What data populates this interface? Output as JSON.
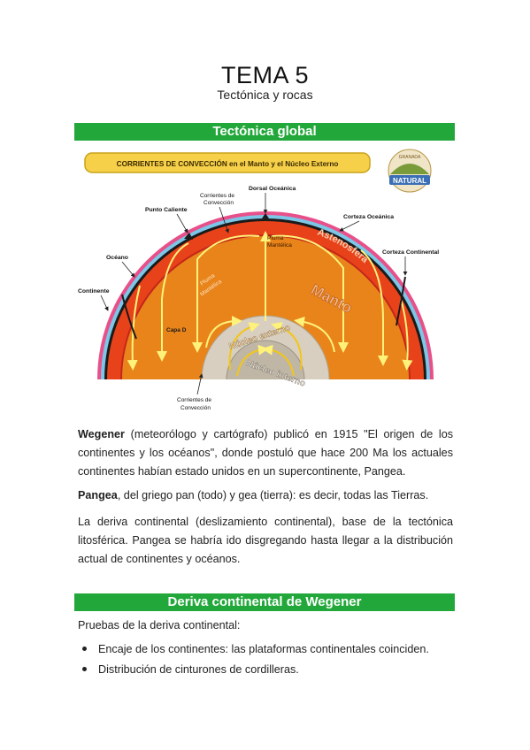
{
  "header": {
    "title": "TEMA 5",
    "subtitle": "Tectónica y rocas"
  },
  "sections": {
    "s1": "Tectónica global",
    "s2": "Deriva continental de Wegener"
  },
  "figure": {
    "banner": "CORRIENTES DE CONVECCIÓN en el Manto y el Núcleo Externo",
    "logo_top": "GRANADA",
    "logo_main": "NATURAL",
    "labels": {
      "dorsal": "Dorsal Oceánica",
      "corrientes_top_1": "Corrientes de",
      "corrientes_top_2": "Convección",
      "punto": "Punto Caliente",
      "corteza_oceanica": "Corteza Oceánica",
      "corteza_continental": "Corteza Continental",
      "oceano": "Océano",
      "continente": "Continente",
      "astenosfera": "Astenosfera",
      "manto": "Manto",
      "pluma_r_1": "Pluma",
      "pluma_r_2": "Mantélica",
      "pluma_l_1": "Pluma",
      "pluma_l_2": "Mantélica",
      "capa_d": "Capa D",
      "nucleo_externo": "Núcleo externo",
      "nucleo_interno": "Núcleo interno",
      "corrientes_bot_1": "Corrientes de",
      "corrientes_bot_2": "Convección"
    }
  },
  "paragraphs": {
    "p1_bold": "Wegener",
    "p1_rest": " (meteorólogo y cartógrafo) publicó en 1915 \"El origen de los continentes y los océanos\", donde postuló que hace 200 Ma los actuales continentes habían estado unidos en un supercontinente, Pangea.",
    "p2_bold": "Pangea",
    "p2_rest": ", del griego pan (todo) y gea (tierra): es decir, todas las Tierras.",
    "p3": "La deriva continental (deslizamiento continental), base de la tectónica litosférica. Pangea se habría ido disgregando hasta llegar a la distribución actual de continentes y océanos.",
    "pruebas": "Pruebas de la deriva continental:"
  },
  "bullets": [
    "Encaje de los continentes: las plataformas continentales coinciden.",
    "Distribución de cinturones de cordilleras."
  ],
  "colors": {
    "section_bar": "#22a83a",
    "banner_bg": "#f7d04a",
    "mantle": "#e8841a",
    "astenosfera": "#e8421a",
    "outer_core": "#d8cfc0",
    "inner_core": "#bfb6a6",
    "ocean": "#7cc7e8",
    "continent": "#e8508a"
  }
}
